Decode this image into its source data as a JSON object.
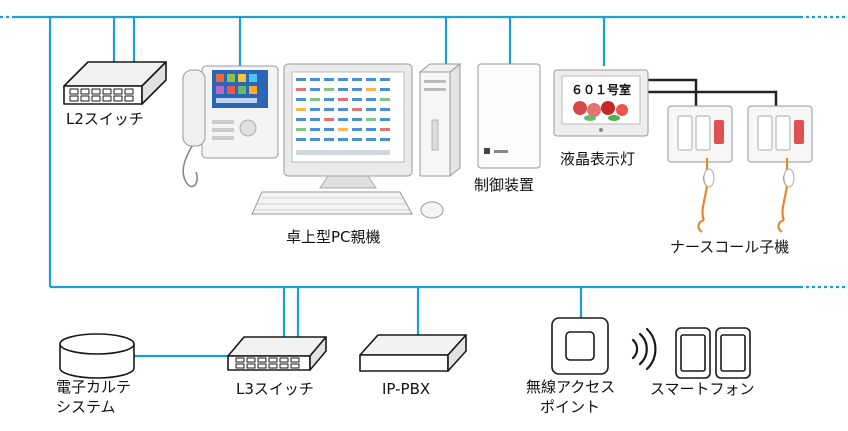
{
  "colors": {
    "network_line": "#1a9fd8",
    "device_line": "#222222",
    "device_outline": "#1a1a1a",
    "hub_fill": "#f2f2f2",
    "cord_orange": "#e8882a",
    "screen_blue": "#3a7fc8",
    "button_red": "#e05050"
  },
  "labels": {
    "l2_switch": "L2スイッチ",
    "desktop_pc_master": "卓上型PC親機",
    "controller": "制御装置",
    "lcd_display": "液晶表示灯",
    "nurse_call_handset": "ナースコール子機",
    "ehr_line1": "電子カルテ",
    "ehr_line2": "システム",
    "l3_switch": "L3スイッチ",
    "ip_pbx": "IP-PBX",
    "wireless_ap_line1": "無線アクセス",
    "wireless_ap_line2": "ポイント",
    "smartphone": "スマートフォン"
  },
  "display_text": {
    "room_number": "６０１号室"
  },
  "icons": [
    "l2-switch-icon",
    "intercom-master-icon",
    "pc-monitor-icon",
    "pc-tower-icon",
    "keyboard-icon",
    "mouse-icon",
    "controller-box-icon",
    "lcd-display-icon",
    "nurse-call-unit-icon",
    "ehr-database-icon",
    "l3-switch-icon",
    "ip-pbx-icon",
    "wireless-ap-icon",
    "wifi-signal-icon",
    "smartphone-icon"
  ]
}
